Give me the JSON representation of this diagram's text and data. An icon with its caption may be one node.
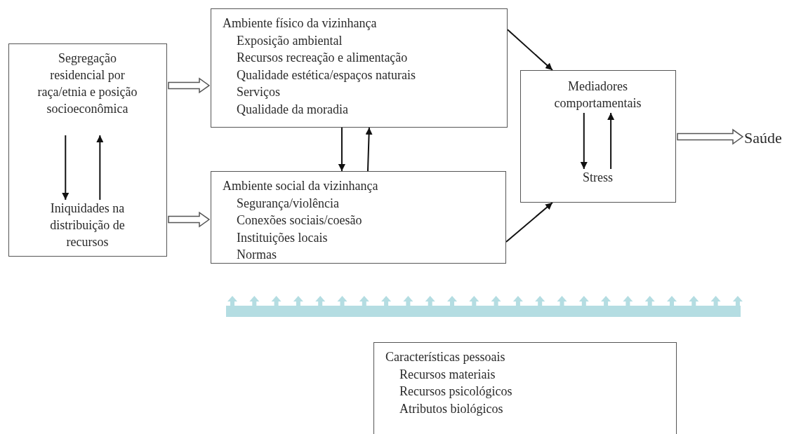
{
  "diagram": {
    "nodes": [
      {
        "text": [],
        "shape": "box"
      },
      {
        "text": [
          "Segregação residencial por raça/etnia e posição socioeconômica"
        ],
        "in": 0
      },
      {
        "text": [
          "Iniquidades na distribuição de recursos"
        ],
        "in": 0
      },
      {
        "text": [
          "Ambiente físico da vizinhança",
          "Exposição ambiental",
          "Recursos recreação e alimentação",
          "Qualidade estética/espaços naturais",
          "Serviços",
          "Qualidade da moradia"
        ]
      },
      {
        "text": [
          "Ambiente social da vizinhança",
          "Segurança/violência",
          "Conexões sociais/coesão",
          "Instituições locais",
          "Normas"
        ]
      },
      {
        "text": [],
        "shape": "box"
      },
      {
        "text": [
          "Mediadores comportamentais"
        ],
        "in": 5
      },
      {
        "text": [
          "Stress"
        ],
        "in": 5
      },
      {
        "text": [
          "Saúde"
        ]
      },
      {
        "text": [
          "Características pessoais",
          "Recursos materiais",
          "Recursos psicológicos",
          "Atributos biológicos"
        ]
      }
    ],
    "edges": [
      {
        "from": 1,
        "to": 2,
        "arrow": "to"
      },
      {
        "from": 2,
        "to": 1,
        "arrow": "to"
      },
      {
        "from": 0,
        "to": 3,
        "arrow": "to",
        "style": "thick"
      },
      {
        "from": 0,
        "to": 4,
        "arrow": "to",
        "style": "thick"
      },
      {
        "from": 3,
        "to": 4,
        "arrow": "to"
      },
      {
        "from": 4,
        "to": 3,
        "arrow": "to"
      },
      {
        "from": 3,
        "to": 5,
        "arrow": "to"
      },
      {
        "from": 4,
        "to": 5,
        "arrow": "to"
      },
      {
        "from": 6,
        "to": 7,
        "arrow": "to"
      },
      {
        "from": 7,
        "to": 6,
        "arrow": "to"
      },
      {
        "from": 5,
        "to": 8,
        "arrow": "to",
        "style": "thick"
      }
    ]
  }
}
